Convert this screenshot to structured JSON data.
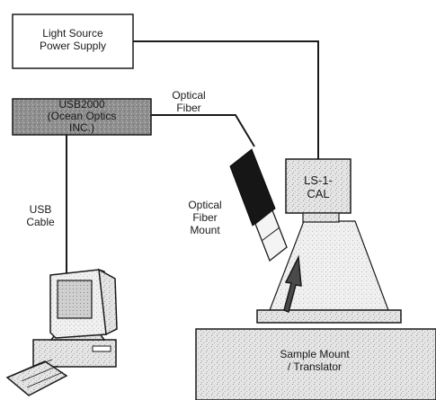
{
  "components": {
    "light_source": {
      "line1": "Light Source",
      "line2": "Power Supply"
    },
    "spectrometer": {
      "line1": "USB2000",
      "line2": "(Ocean Optics",
      "line3": "INC.)"
    },
    "calibration_source": {
      "line1": "LS-1-",
      "line2": "CAL"
    },
    "sample_mount": {
      "line1": "Sample Mount",
      "line2": "/ Translator"
    }
  },
  "labels": {
    "optical_fiber": {
      "line1": "Optical",
      "line2": "Fiber"
    },
    "optical_fiber_mount": {
      "line1": "Optical",
      "line2": "Fiber",
      "line3": "Mount"
    },
    "usb_cable": {
      "line1": "USB",
      "line2": "Cable"
    }
  },
  "colors": {
    "line": "#1a1a1a",
    "box_fill": "#ffffff",
    "stipple_fill": "#e2e2e2",
    "dark_stipple_fill": "#8c8c8c",
    "fiber_mount": "#161616"
  }
}
